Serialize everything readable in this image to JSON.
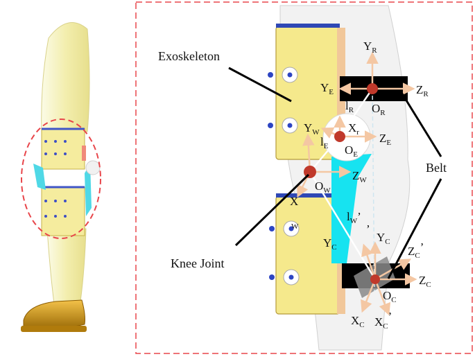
{
  "figure": {
    "callouts": {
      "exoskeleton": "Exoskeleton",
      "belt": "Belt",
      "knee_joint": "Knee Joint"
    },
    "frames": {
      "R": {
        "y": "Y",
        "y_sub": "R",
        "z": "Z",
        "z_sub": "R",
        "o": "O",
        "o_sub": "R"
      },
      "E": {
        "y": "Y",
        "y_sub": "E",
        "x": "X",
        "x_sub": "r",
        "z": "Z",
        "z_sub": "E",
        "o": "O",
        "o_sub": "E"
      },
      "W": {
        "y": "Y",
        "y_sub": "W",
        "x": "X",
        "x_sub": "W",
        "z": "Z",
        "z_sub": "W",
        "o": "O",
        "o_sub": "W"
      },
      "C": {
        "y": "Y",
        "y_sub": "C",
        "y2": "Y",
        "y2_sub": "C",
        "y2_prime": "’",
        "z": "Z",
        "z_sub": "C",
        "z2": "Z",
        "z2_sub": "C",
        "z2_prime": "’",
        "x": "X",
        "x_sub": "C",
        "x2": "X",
        "x2_sub": "C",
        "x2_prime": "’",
        "o": "O",
        "o_sub": "C"
      }
    },
    "lengths": {
      "lR": {
        "base": "l",
        "sub": "R"
      },
      "lE": {
        "base": "l",
        "sub": "E"
      },
      "lW": {
        "base": "l",
        "sub": "W",
        "prime": "’"
      }
    },
    "colors": {
      "frame_dash": "#e8454a",
      "leg_fill": "#f6f2b8",
      "exo_fill": "#f5e98c",
      "exo_edge": "#b59a3a",
      "cyan": "#17e3f0",
      "belt": "#000000",
      "joint": "#c0392b",
      "arrow": "#f4c7a3",
      "shoe": "#d99a10"
    }
  }
}
